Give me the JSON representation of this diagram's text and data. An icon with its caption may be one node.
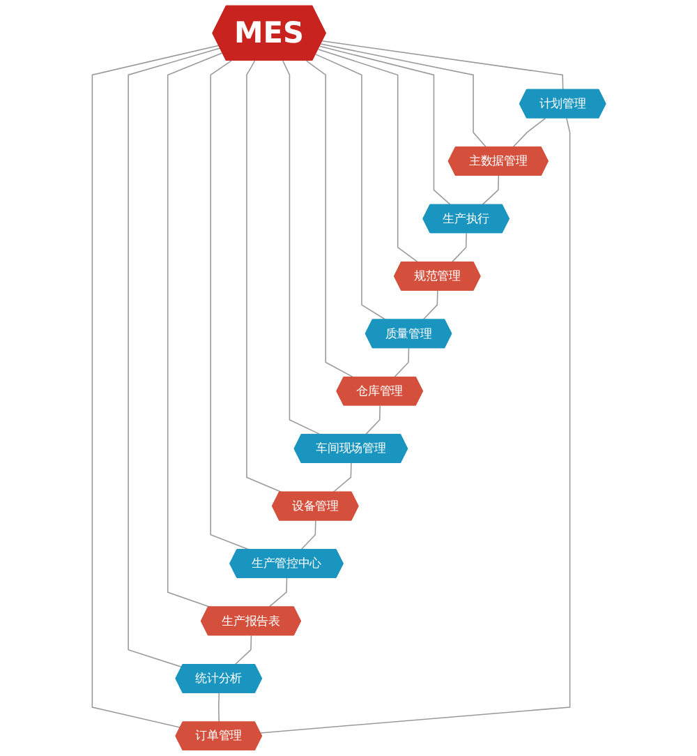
{
  "diagram": {
    "nodes": [
      {
        "text": [
          "MES"
        ]
      },
      {
        "text": [
          "计划管理"
        ]
      },
      {
        "text": [
          "主数据管理"
        ]
      },
      {
        "text": [
          "生产执行"
        ]
      },
      {
        "text": [
          "规范管理"
        ]
      },
      {
        "text": [
          "质量管理"
        ]
      },
      {
        "text": [
          "仓库管理"
        ]
      },
      {
        "text": [
          "车间现场管理"
        ]
      },
      {
        "text": [
          "设备管理"
        ]
      },
      {
        "text": [
          "生产管控中心"
        ]
      },
      {
        "text": [
          "生产报告表"
        ]
      },
      {
        "text": [
          "统计分析"
        ]
      },
      {
        "text": [
          "订单管理"
        ]
      }
    ],
    "edges": [
      {
        "from": 0,
        "to": 1,
        "arrow": "none"
      },
      {
        "from": 0,
        "to": 2,
        "arrow": "none"
      },
      {
        "from": 0,
        "to": 3,
        "arrow": "none"
      },
      {
        "from": 0,
        "to": 4,
        "arrow": "none"
      },
      {
        "from": 0,
        "to": 5,
        "arrow": "none"
      },
      {
        "from": 0,
        "to": 6,
        "arrow": "none"
      },
      {
        "from": 0,
        "to": 7,
        "arrow": "none"
      },
      {
        "from": 0,
        "to": 8,
        "arrow": "none"
      },
      {
        "from": 0,
        "to": 9,
        "arrow": "none"
      },
      {
        "from": 0,
        "to": 10,
        "arrow": "none"
      },
      {
        "from": 0,
        "to": 11,
        "arrow": "none"
      },
      {
        "from": 0,
        "to": 12,
        "arrow": "none"
      },
      {
        "from": 1,
        "to": 2,
        "arrow": "none"
      },
      {
        "from": 2,
        "to": 3,
        "arrow": "none"
      },
      {
        "from": 3,
        "to": 4,
        "arrow": "none"
      },
      {
        "from": 4,
        "to": 5,
        "arrow": "none"
      },
      {
        "from": 5,
        "to": 6,
        "arrow": "none"
      },
      {
        "from": 6,
        "to": 7,
        "arrow": "none"
      },
      {
        "from": 7,
        "to": 8,
        "arrow": "none"
      },
      {
        "from": 8,
        "to": 9,
        "arrow": "none"
      },
      {
        "from": 9,
        "to": 10,
        "arrow": "none"
      },
      {
        "from": 10,
        "to": 11,
        "arrow": "none"
      },
      {
        "from": 11,
        "to": 12,
        "arrow": "none"
      },
      {
        "from": 12,
        "to": 1,
        "arrow": "none"
      }
    ]
  }
}
